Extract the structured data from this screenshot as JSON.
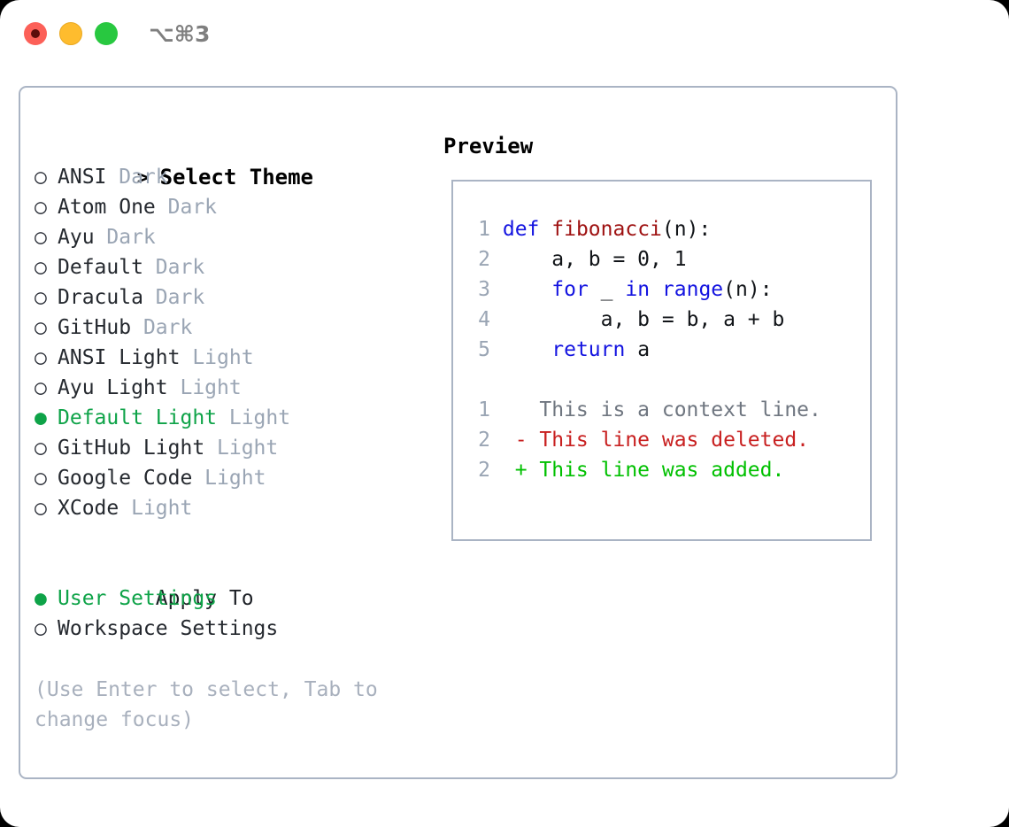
{
  "titlebar": {
    "shortcut": "⌥⌘3",
    "buttons": [
      "close",
      "minimize",
      "maximize"
    ]
  },
  "theme_list": {
    "header": "Select Theme",
    "header_marker": ">",
    "marker_unselected": "○",
    "marker_selected": "●",
    "items": [
      {
        "name": "ANSI",
        "variant": "Dark",
        "selected": false
      },
      {
        "name": "Atom One",
        "variant": "Dark",
        "selected": false
      },
      {
        "name": "Ayu",
        "variant": "Dark",
        "selected": false
      },
      {
        "name": "Default",
        "variant": "Dark",
        "selected": false
      },
      {
        "name": "Dracula",
        "variant": "Dark",
        "selected": false
      },
      {
        "name": "GitHub",
        "variant": "Dark",
        "selected": false
      },
      {
        "name": "ANSI Light",
        "variant": "Light",
        "selected": false
      },
      {
        "name": "Ayu Light",
        "variant": "Light",
        "selected": false
      },
      {
        "name": "Default Light",
        "variant": "Light",
        "selected": true
      },
      {
        "name": "GitHub Light",
        "variant": "Light",
        "selected": false
      },
      {
        "name": "Google Code",
        "variant": "Light",
        "selected": false
      },
      {
        "name": "XCode",
        "variant": "Light",
        "selected": false
      }
    ]
  },
  "apply_to": {
    "header": "Apply To",
    "items": [
      {
        "name": "User Settings",
        "selected": true
      },
      {
        "name": "Workspace Settings",
        "selected": false
      }
    ]
  },
  "hint": "(Use Enter to select, Tab to change focus)",
  "preview": {
    "title": "Preview",
    "code_lines": [
      {
        "no": "1",
        "tokens": [
          {
            "t": "def",
            "c": "kw"
          },
          {
            "t": " ",
            "c": "codetext"
          },
          {
            "t": "fibonacci",
            "c": "fn"
          },
          {
            "t": "(n):",
            "c": "codetext"
          }
        ]
      },
      {
        "no": "2",
        "tokens": [
          {
            "t": "    a, b = 0, 1",
            "c": "codetext"
          }
        ]
      },
      {
        "no": "3",
        "tokens": [
          {
            "t": "    ",
            "c": "codetext"
          },
          {
            "t": "for",
            "c": "kw"
          },
          {
            "t": " _ ",
            "c": "codetext"
          },
          {
            "t": "in",
            "c": "kw"
          },
          {
            "t": " ",
            "c": "codetext"
          },
          {
            "t": "range",
            "c": "kw"
          },
          {
            "t": "(n):",
            "c": "codetext"
          }
        ]
      },
      {
        "no": "4",
        "tokens": [
          {
            "t": "        a, b = b, a + b",
            "c": "codetext"
          }
        ]
      },
      {
        "no": "5",
        "tokens": [
          {
            "t": "    ",
            "c": "codetext"
          },
          {
            "t": "return",
            "c": "kw"
          },
          {
            "t": " a",
            "c": "codetext"
          }
        ]
      }
    ],
    "diff_lines": [
      {
        "no": "1",
        "marker": " ",
        "text": " This is a context line.",
        "kind": "ctx"
      },
      {
        "no": "2",
        "marker": "-",
        "text": " This line was deleted.",
        "kind": "del"
      },
      {
        "no": "2",
        "marker": "+",
        "text": " This line was added.",
        "kind": "add"
      }
    ]
  },
  "colors": {
    "accent_green": "#0eA348",
    "diff_added": "#00c000",
    "diff_deleted": "#c82020",
    "keyword_blue": "#1414e0",
    "function_red": "#9e1111",
    "muted": "#9aa5b4",
    "border": "#aab4c4"
  }
}
